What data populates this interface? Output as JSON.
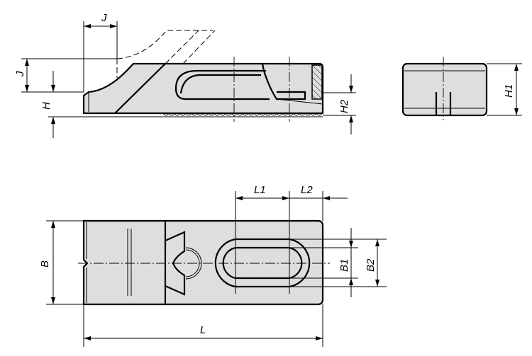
{
  "labels": {
    "j_top": "J",
    "j_left": "J",
    "h": "H",
    "h2": "H2",
    "h1": "H1",
    "l1": "L1",
    "l2": "L2",
    "b": "B",
    "b1": "B1",
    "b2": "B2",
    "l": "L"
  }
}
